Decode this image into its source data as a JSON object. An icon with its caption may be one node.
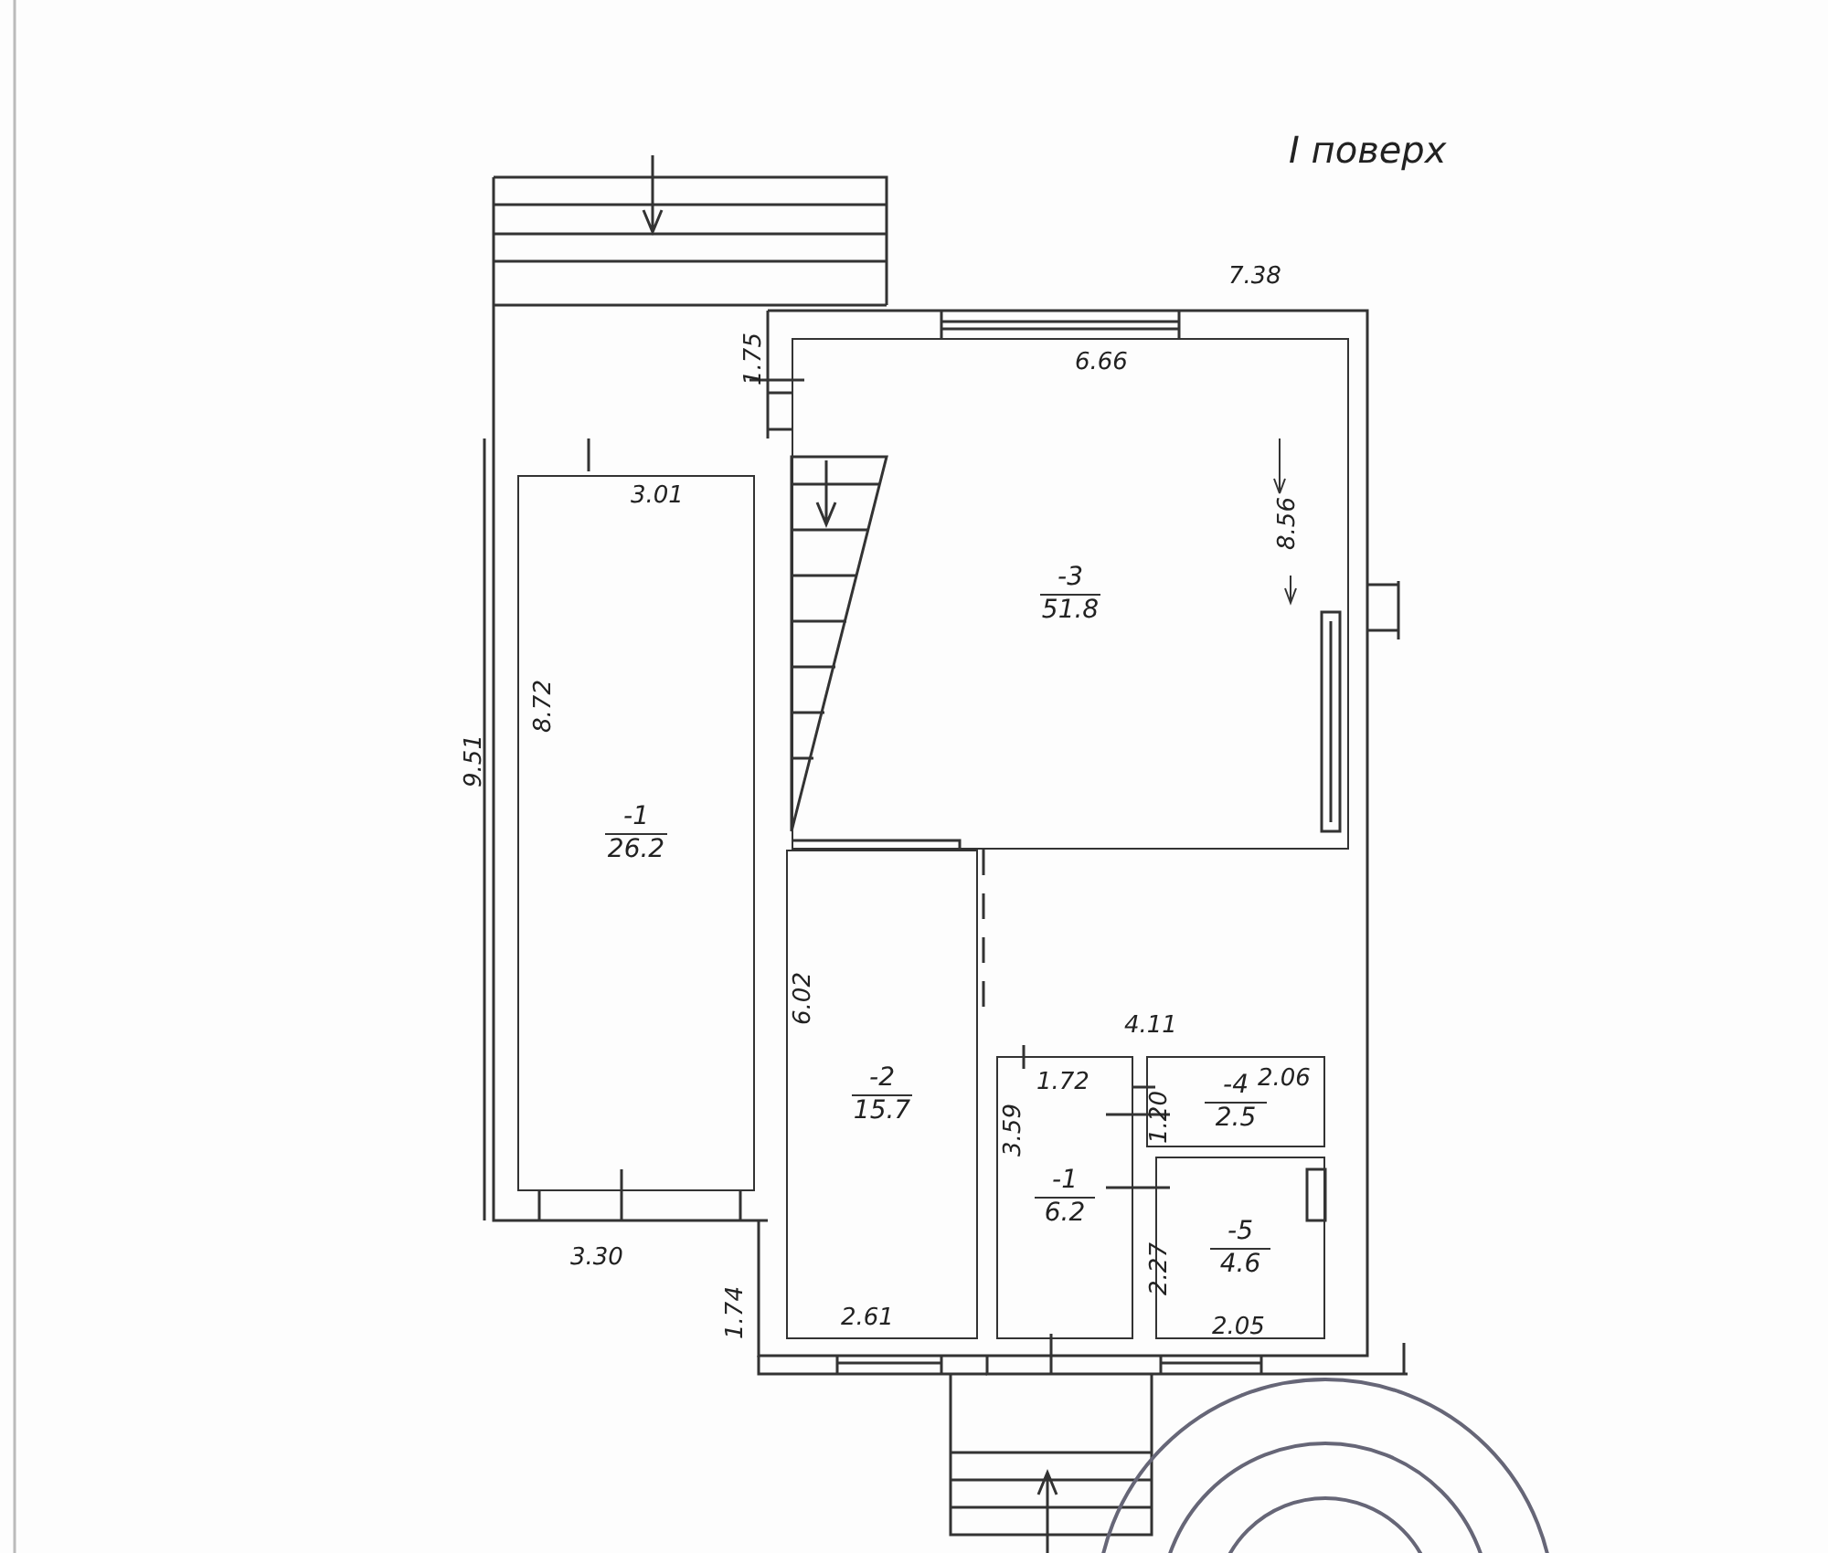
{
  "diagram": {
    "title": "I поверх",
    "nodes": [
      {
        "text": [
          "-3",
          "51.8"
        ]
      },
      {
        "text": [
          "-1",
          "26.2"
        ]
      },
      {
        "text": [
          "-2",
          "15.7"
        ]
      },
      {
        "text": [
          "-4",
          "2.5"
        ]
      },
      {
        "text": [
          "-1",
          "6.2"
        ]
      },
      {
        "text": [
          "-5",
          "4.6"
        ]
      }
    ],
    "labels": [
      "7.38",
      "1.75",
      "6.66",
      "3.01",
      "8.56",
      "8.72",
      "9.51",
      "6.02",
      "4.11",
      "1.72",
      "1.20",
      "2.06",
      "3.59",
      "2.27",
      "3.30",
      "1.74",
      "2.61",
      "2.05"
    ]
  }
}
